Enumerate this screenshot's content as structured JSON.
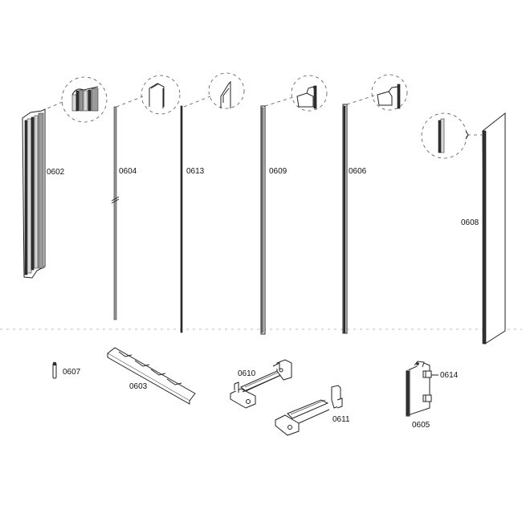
{
  "diagram": {
    "type": "exploded-parts-diagram",
    "parts": [
      {
        "id": "0602",
        "label": "0602",
        "description": "profile strip with detail callout"
      },
      {
        "id": "0604",
        "label": "0604",
        "description": "thin rod with detail callout"
      },
      {
        "id": "0613",
        "label": "0613",
        "description": "thin rod with detail callout"
      },
      {
        "id": "0609",
        "label": "0609",
        "description": "trim strip with detail callout"
      },
      {
        "id": "0606",
        "label": "0606",
        "description": "trim strip with detail callout"
      },
      {
        "id": "0608",
        "label": "0608",
        "description": "side panel with detail callout"
      },
      {
        "id": "0607",
        "label": "0607",
        "description": "pin"
      },
      {
        "id": "0603",
        "label": "0603",
        "description": "angled bracket rail"
      },
      {
        "id": "0610",
        "label": "0610",
        "description": "hinge / slide mechanism"
      },
      {
        "id": "0611",
        "label": "0611",
        "description": "hinge / slide mechanism"
      },
      {
        "id": "0605",
        "label": "0605",
        "description": "cover panel"
      },
      {
        "id": "0614",
        "label": "0614",
        "description": "clip"
      }
    ]
  }
}
